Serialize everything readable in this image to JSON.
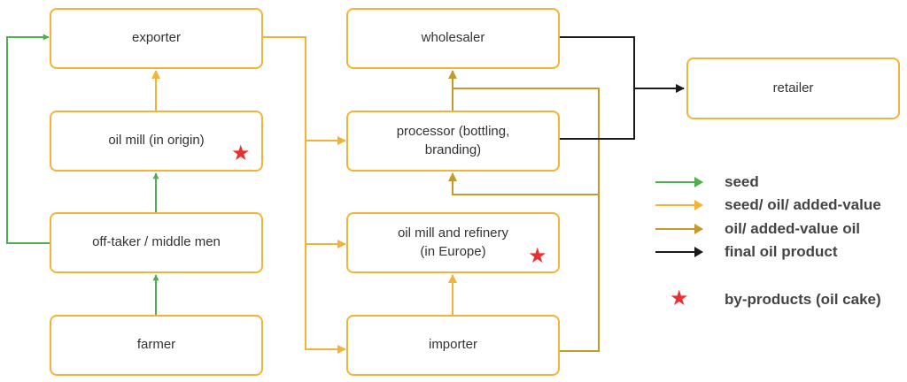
{
  "nodes": {
    "exporter": "exporter",
    "oil_mill_origin": "oil mill (in origin)",
    "off_taker": "off-taker / middle men",
    "farmer": "farmer",
    "wholesaler": "wholesaler",
    "processor": "processor (bottling,\nbranding)",
    "oil_mill_refinery": "oil mill and refinery\n(in Europe)",
    "importer": "importer",
    "retailer": "retailer"
  },
  "legend": [
    {
      "label": "seed",
      "color": "#4caf50"
    },
    {
      "label": "seed/ oil/ added-value",
      "color": "#f5b335"
    },
    {
      "label": "oil/ added-value oil",
      "color": "#c49a2a"
    },
    {
      "label": "final oil product",
      "color": "#1a1a1a"
    }
  ],
  "byproducts": {
    "label": "by-products (oil cake)",
    "icon": "star-icon",
    "color": "#e8312f"
  }
}
